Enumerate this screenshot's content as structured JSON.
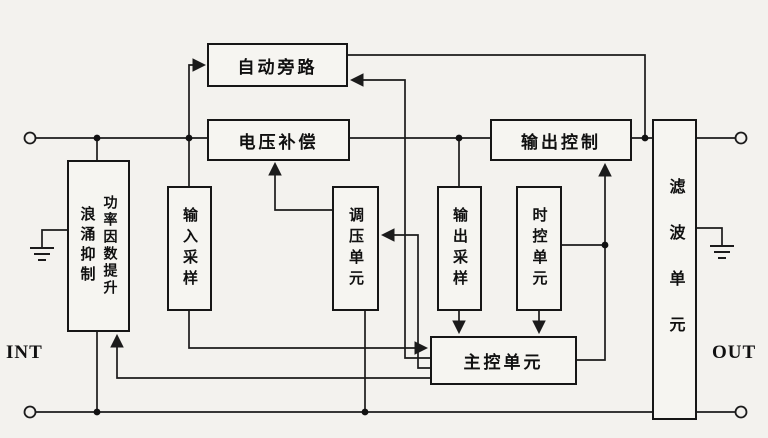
{
  "diagram": {
    "title": "power-conditioner-block-diagram",
    "colors": {
      "background": "#f3f2ee",
      "line": "#1b1b1b",
      "block_fill": "#f6f5f1"
    },
    "blocks": {
      "auto_bypass": "自动旁路",
      "voltage_comp": "电压补偿",
      "output_control": "输出控制",
      "surge_suppress": "浪涌抑制",
      "pfc_boost": "功率因数提升",
      "input_sample": "输入采样",
      "regulator": "调压单元",
      "output_sample": "输出采样",
      "timer_unit": "时控单元",
      "filter_unit": "滤波单元",
      "main_control": "主控单元"
    },
    "labels": {
      "input": "INT",
      "output": "OUT"
    }
  }
}
